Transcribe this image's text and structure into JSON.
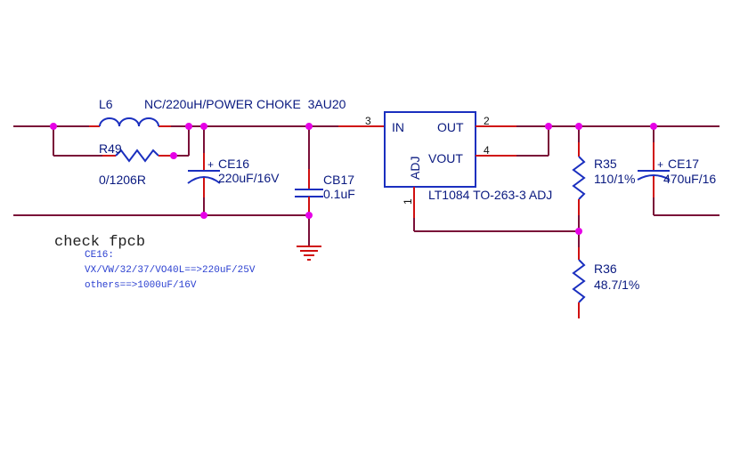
{
  "schematic": {
    "inductor": {
      "ref": "L6",
      "value": "NC/220uH/POWER CHOKE  3AU20"
    },
    "r49": {
      "ref": "R49",
      "value": "0/1206R"
    },
    "ce16": {
      "ref": "CE16",
      "value": "220uF/16V",
      "polarity": "+"
    },
    "cb17": {
      "ref": "CB17",
      "value": "0.1uF"
    },
    "regulator": {
      "part": "LT1084 TO-263-3 ADJ",
      "pins": [
        {
          "name": "IN",
          "number": "3"
        },
        {
          "name": "OUT",
          "number": "2"
        },
        {
          "name": "VOUT",
          "number": "4"
        },
        {
          "name": "ADJ",
          "number": "1"
        }
      ]
    },
    "r35": {
      "ref": "R35",
      "value": "110/1%"
    },
    "ce17": {
      "ref": "CE17",
      "value": "470uF/16",
      "polarity": "+"
    },
    "r36": {
      "ref": "R36",
      "value": "48.7/1%"
    },
    "note": {
      "title": "check fpcb",
      "lines": [
        "CE16:",
        "VX/VW/32/37/VO40L==>220uF/25V",
        "others==>1000uF/16V"
      ]
    }
  }
}
